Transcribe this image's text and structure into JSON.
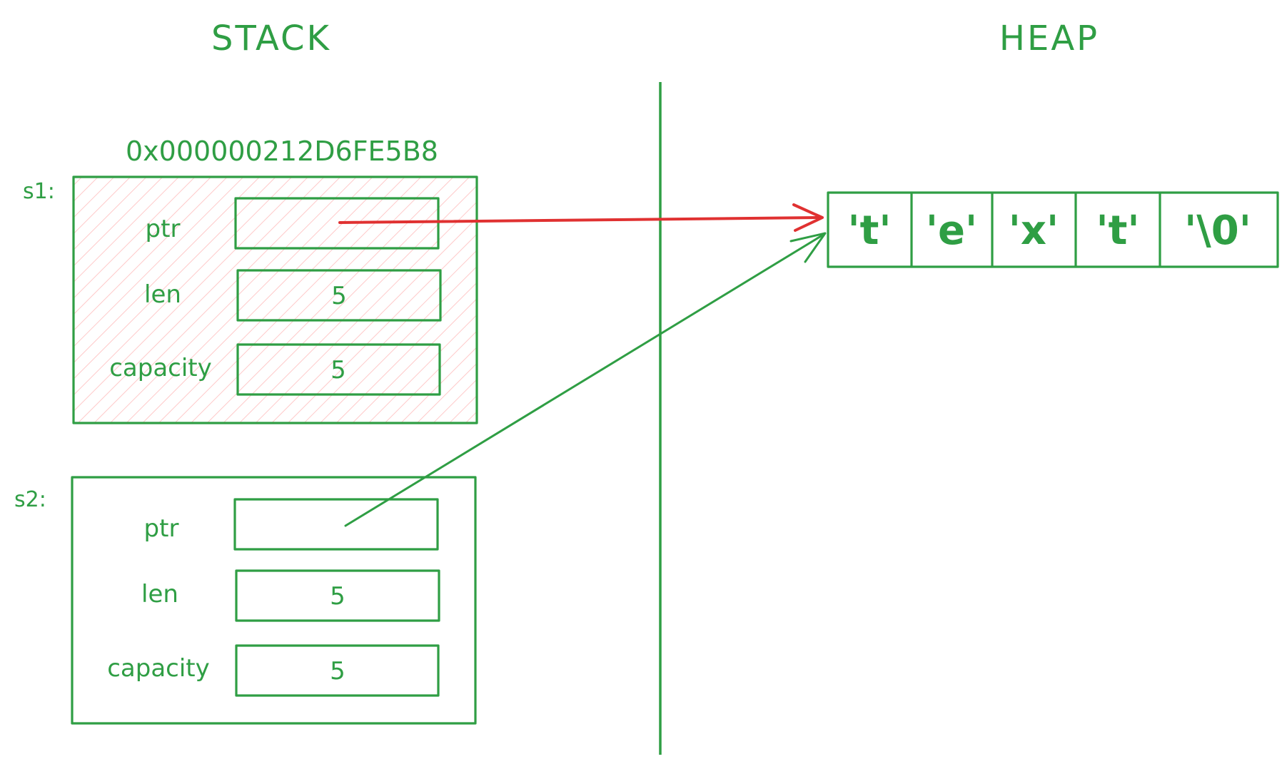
{
  "titles": {
    "stack": "STACK",
    "heap": "HEAP"
  },
  "address": "0x000000212D6FE5B8",
  "s1": {
    "label": "s1:",
    "fields": [
      {
        "name": "ptr",
        "value": ""
      },
      {
        "name": "len",
        "value": "5"
      },
      {
        "name": "capacity",
        "value": "5"
      }
    ]
  },
  "s2": {
    "label": "s2:",
    "fields": [
      {
        "name": "ptr",
        "value": ""
      },
      {
        "name": "len",
        "value": "5"
      },
      {
        "name": "capacity",
        "value": "5"
      }
    ]
  },
  "heap": {
    "cells": [
      "'t'",
      "'e'",
      "'x'",
      "'t'",
      "'\\0'"
    ]
  },
  "colors": {
    "stroke": "#2f9e44",
    "invalid_arrow": "#e03131",
    "hatch": "#ffc9c9"
  }
}
